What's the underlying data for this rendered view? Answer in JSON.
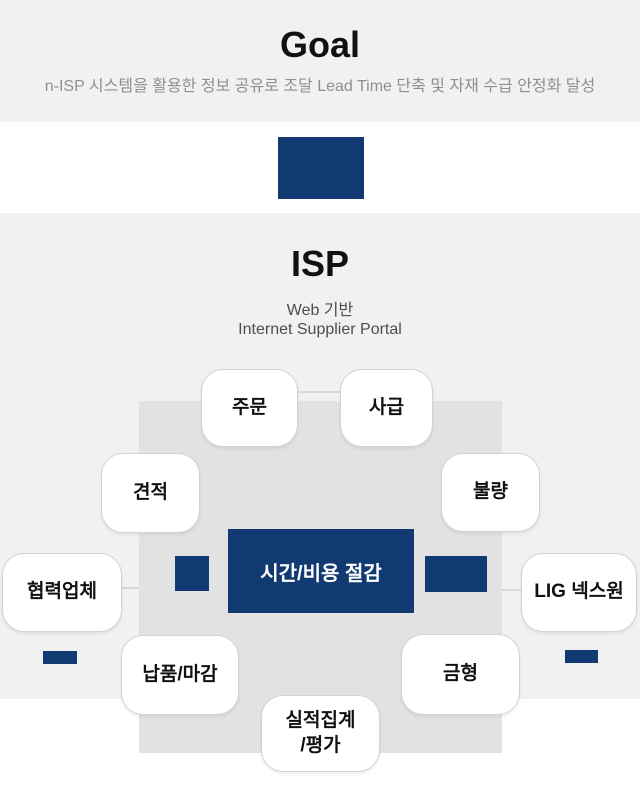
{
  "goal": {
    "title": "Goal",
    "subtitle": "n-ISP 시스템을 활용한 정보 공유로 조달 Lead Time 단축 및 자재 수급 안정화 달성"
  },
  "isp": {
    "title": "ISP",
    "subtitle_line1": "Web 기반",
    "subtitle_line2": "Internet Supplier Portal",
    "center_label": "시간/비용 절감",
    "nodes": [
      {
        "label": "주문"
      },
      {
        "label": "사급"
      },
      {
        "label": "견적"
      },
      {
        "label": "불량"
      },
      {
        "label": "협력업체"
      },
      {
        "label": "LIG 넥스원"
      },
      {
        "label": "납품/마감"
      },
      {
        "label": "금형"
      },
      {
        "label": "실적집계",
        "label2": "/평가"
      }
    ]
  },
  "colors": {
    "navy": "#113a72",
    "section_bg": "#f1f1f1",
    "panel_bg": "#e2e2e2"
  }
}
